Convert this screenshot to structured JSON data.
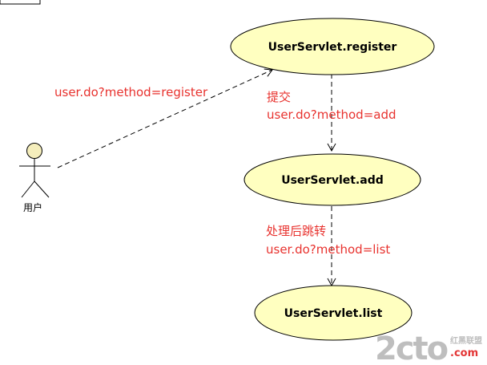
{
  "colors": {
    "usecase_fill": "#ffffc0",
    "usecase_stroke": "#000000",
    "actor_fill": "#f5eebc",
    "label_color": "#e8322e",
    "line_color": "#000000",
    "watermark_gray": "#b8b8b8",
    "watermark_red": "#e02020"
  },
  "actor": {
    "label": "用户"
  },
  "usecases": {
    "register": "UserServlet.register",
    "add": "UserServlet.add",
    "list": "UserServlet.list"
  },
  "messages": {
    "actor_to_register": "user.do?method=register",
    "register_to_add_line1": "提交",
    "register_to_add_line2": "user.do?method=add",
    "add_to_list_line1": "处理后跳转",
    "add_to_list_line2": "user.do?method=list"
  },
  "watermark": {
    "main": "2cto",
    "dotcom": ".com",
    "brand": "红黑联盟"
  }
}
